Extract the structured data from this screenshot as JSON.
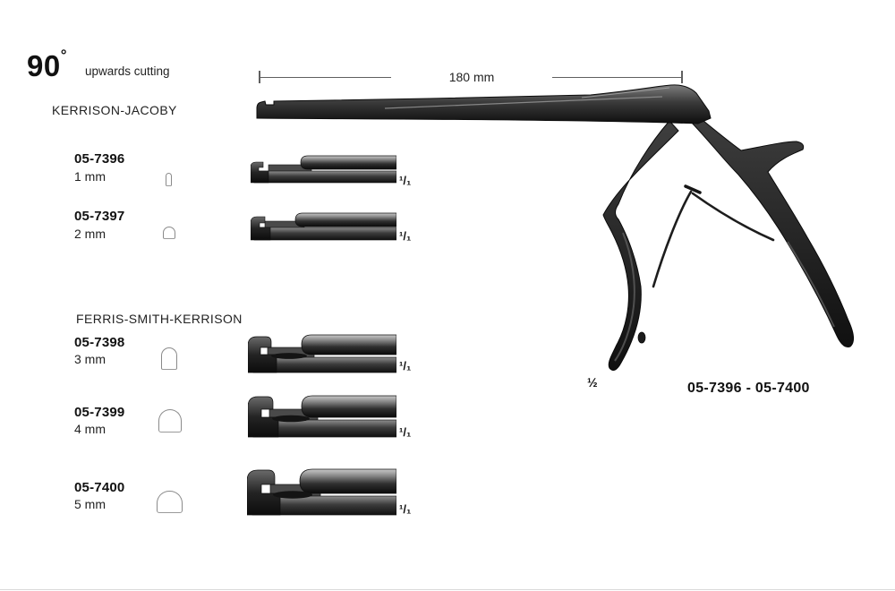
{
  "page": {
    "angle_value": "90",
    "degree_symbol": "°",
    "cutting_direction": "upwards cutting",
    "dimension_label": "180 mm",
    "scale_full": "¹/₁",
    "scale_half": "½",
    "range_label": "05-7396 - 05-7400",
    "instrument_color": "#1f1f1f",
    "line_color": "#606060"
  },
  "sections": [
    {
      "heading": "KERRISON-JACOBY",
      "items": [
        {
          "code": "05-7396",
          "size": "1 mm"
        },
        {
          "code": "05-7397",
          "size": "2 mm"
        }
      ]
    },
    {
      "heading": "FERRIS-SMITH-KERRISON",
      "items": [
        {
          "code": "05-7398",
          "size": "3 mm"
        },
        {
          "code": "05-7399",
          "size": "4 mm"
        },
        {
          "code": "05-7400",
          "size": "5 mm"
        }
      ]
    }
  ]
}
